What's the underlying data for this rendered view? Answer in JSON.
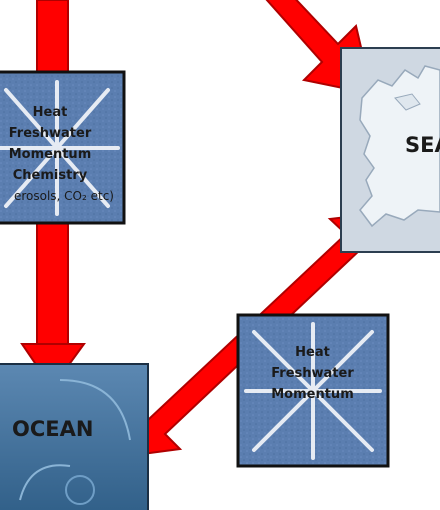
{
  "left_flux_box": {
    "lines": [
      "Heat",
      "Freshwater",
      "Momentum",
      "Chemistry"
    ],
    "extra": "erosols, CO₂ etc)"
  },
  "lower_flux_box": {
    "lines": [
      "Heat",
      "Freshwater",
      "Momentum"
    ]
  },
  "sea_box": {
    "label": "SEA"
  },
  "ocean_box": {
    "label": "OCEAN"
  },
  "colors": {
    "arrow": "#ff0000",
    "box_fill": "#5b7eb0",
    "box_border": "#111111",
    "sea_fill": "#cfd8e2",
    "ocean_fill": "#3f6f97"
  }
}
